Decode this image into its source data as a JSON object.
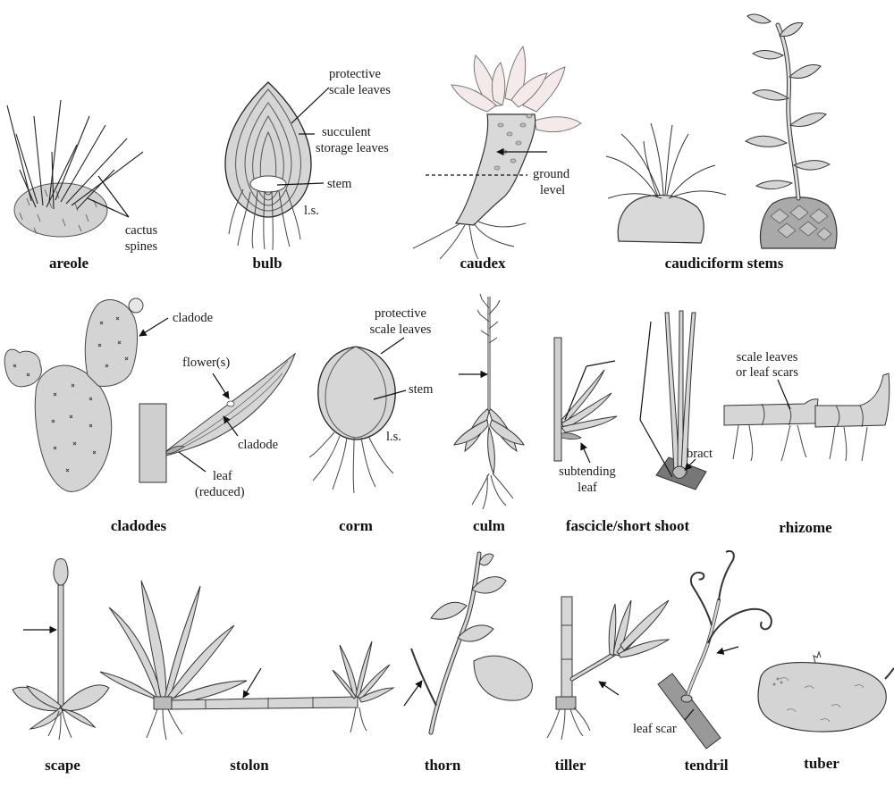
{
  "colors": {
    "background": "#ffffff",
    "fill": "#d4d4d4",
    "stroke": "#333333"
  },
  "panels": {
    "areole": {
      "caption": "areole",
      "labels": [
        "cactus",
        "spines"
      ]
    },
    "bulb": {
      "caption": "bulb",
      "labels": [
        "protective",
        "scale leaves",
        "succulent",
        "storage leaves",
        "stem",
        "l.s."
      ]
    },
    "caudex": {
      "caption": "caudex",
      "labels": [
        "ground",
        "level"
      ]
    },
    "caudiciform": {
      "caption": "caudiciform stems"
    },
    "cladodes": {
      "caption": "cladodes",
      "labels": [
        "cladode",
        "flower(s)",
        "cladode",
        "leaf",
        "(reduced)"
      ]
    },
    "corm": {
      "caption": "corm",
      "labels": [
        "protective",
        "scale leaves",
        "stem",
        "l.s."
      ]
    },
    "culm": {
      "caption": "culm"
    },
    "fascicle": {
      "caption": "fascicle/short shoot",
      "labels": [
        "subtending",
        "leaf",
        "bract"
      ]
    },
    "rhizome": {
      "caption": "rhizome",
      "labels": [
        "scale leaves",
        "or leaf scars"
      ]
    },
    "scape": {
      "caption": "scape"
    },
    "stolon": {
      "caption": "stolon"
    },
    "thorn": {
      "caption": "thorn"
    },
    "tiller": {
      "caption": "tiller"
    },
    "tendril": {
      "caption": "tendril",
      "labels": [
        "leaf scar"
      ]
    },
    "tuber": {
      "caption": "tuber"
    }
  }
}
